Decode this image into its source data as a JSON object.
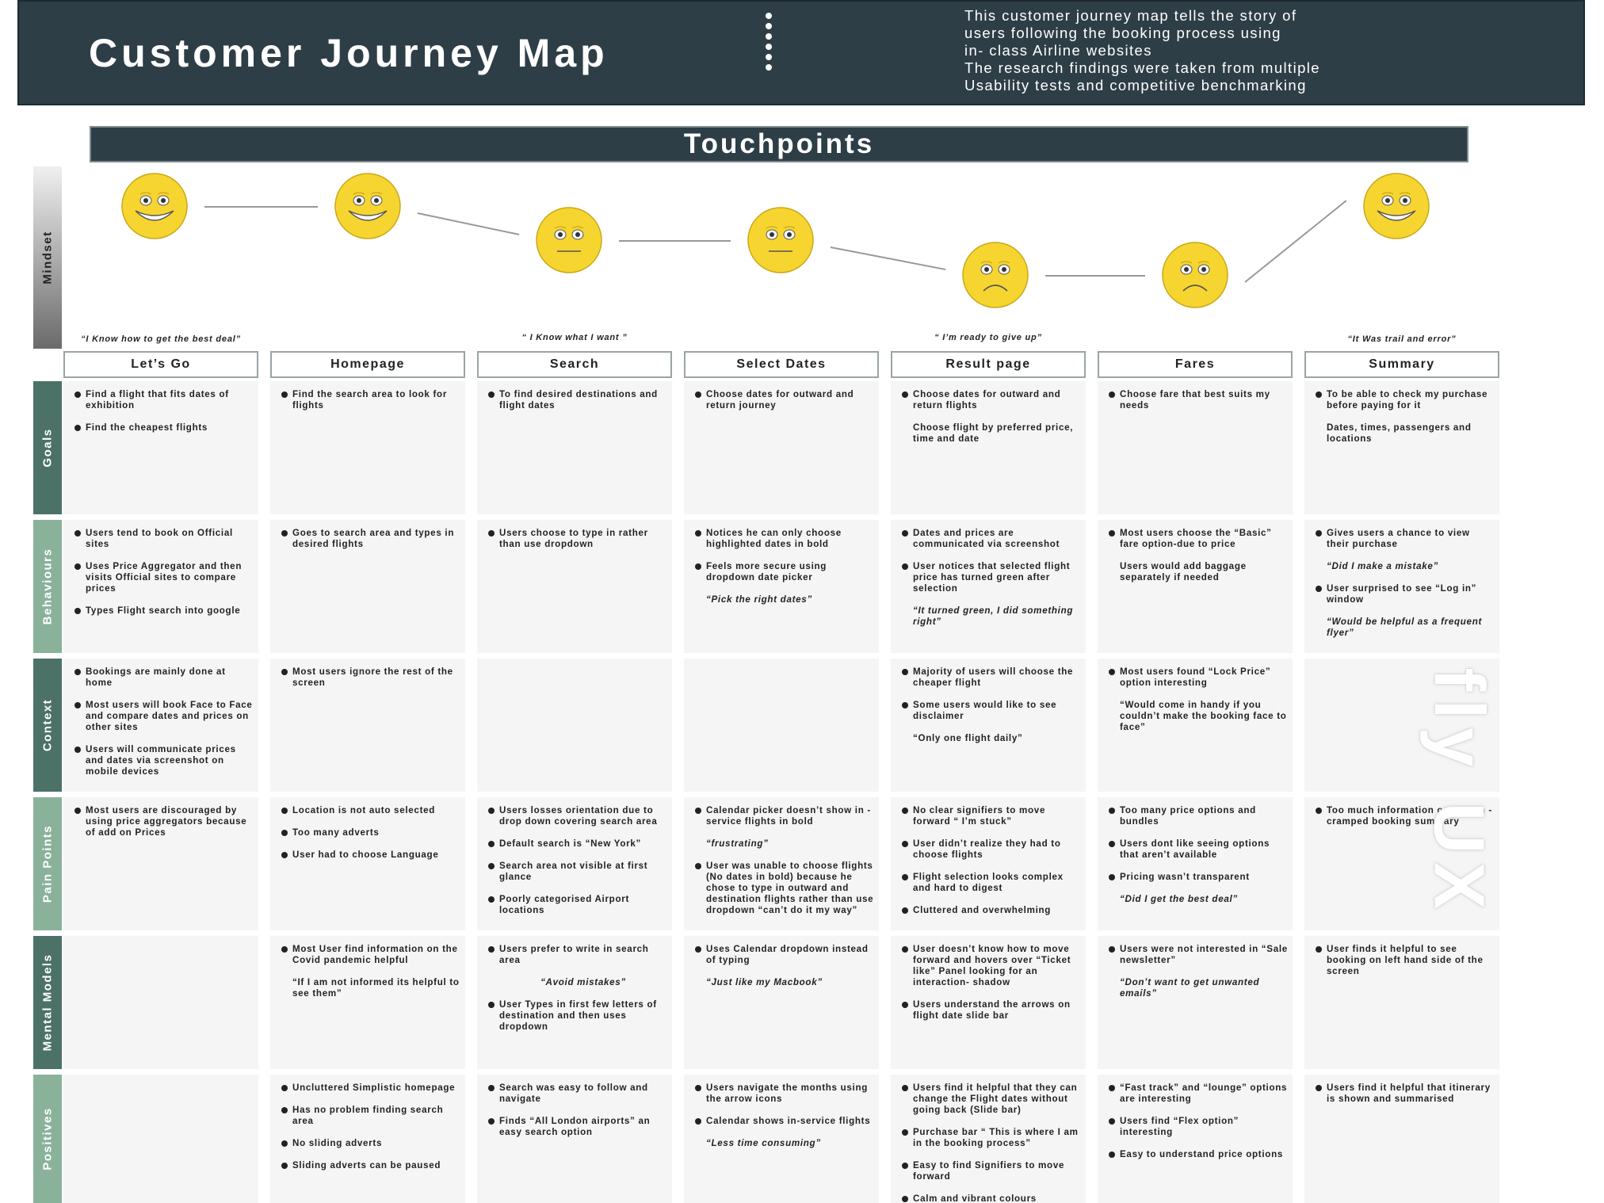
{
  "header": {
    "title": "Customer Journey Map",
    "description": [
      "This customer journey map tells the story of",
      "users following the booking process using",
      "in- class Airline websites",
      "The research findings were taken from multiple",
      "Usability tests and competitive benchmarking"
    ]
  },
  "touchpoints_title": "Touchpoints",
  "row_labels": {
    "mindset": "Mindset",
    "goals": "Goals",
    "behaviours": "Behaviours",
    "context": "Context",
    "pain_points": "Pain Points",
    "mental_models": "Mental Models",
    "positives": "Positives"
  },
  "row_colors": {
    "goals": "#4c7268",
    "behaviours": "#8ab29a",
    "context": "#4c7268",
    "pain_points": "#8ab29a",
    "mental_models": "#4c7268",
    "positives": "#8ab29a"
  },
  "mindset": {
    "faces": [
      "happy",
      "happy",
      "neutral",
      "neutral",
      "sad",
      "sad",
      "happy"
    ],
    "quotes": [
      {
        "stage": 0,
        "text": "“I Know how to get the best deal”"
      },
      {
        "stage": 2,
        "text": "“ I Know what I want ”"
      },
      {
        "stage": 4,
        "text": "“ I’m ready to give up”"
      },
      {
        "stage": 6,
        "text": "“It Was trail and error”"
      }
    ]
  },
  "stages": [
    "Let’s Go",
    "Homepage",
    "Search",
    "Select Dates",
    "Result page",
    "Fares",
    "Summary"
  ],
  "grid": {
    "goals": [
      [
        {
          "t": "b",
          "x": "Find a flight that fits dates of exhibition"
        },
        {
          "t": "b",
          "x": "Find the cheapest flights"
        }
      ],
      [
        {
          "t": "b",
          "x": "Find the search area to look for flights"
        }
      ],
      [
        {
          "t": "b",
          "x": "To find desired destinations and flight dates"
        }
      ],
      [
        {
          "t": "b",
          "x": "Choose dates for outward and return journey"
        }
      ],
      [
        {
          "t": "b",
          "x": "Choose dates for outward and return flights"
        },
        {
          "t": "p",
          "x": "Choose flight by preferred price, time and date"
        }
      ],
      [
        {
          "t": "b",
          "x": "Choose fare that best suits my needs"
        }
      ],
      [
        {
          "t": "b",
          "x": "To be able to check my purchase before paying for it"
        },
        {
          "t": "p",
          "x": "Dates, times, passengers and locations"
        }
      ]
    ],
    "behaviours": [
      [
        {
          "t": "b",
          "x": "Users tend to book on Official sites"
        },
        {
          "t": "b",
          "x": "Uses Price Aggregator and then visits Official sites to compare prices"
        },
        {
          "t": "b",
          "x": "Types Flight search into google"
        }
      ],
      [
        {
          "t": "b",
          "x": "Goes to search area and types in desired flights"
        }
      ],
      [
        {
          "t": "b",
          "x": "Users choose to type in rather than use dropdown"
        }
      ],
      [
        {
          "t": "b",
          "x": "Notices he can only choose highlighted dates in bold"
        },
        {
          "t": "b",
          "x": "Feels more secure using dropdown date picker"
        },
        {
          "t": "q",
          "x": "“Pick the right dates”"
        }
      ],
      [
        {
          "t": "b",
          "x": "Dates and prices are communicated via screenshot"
        },
        {
          "t": "b",
          "x": "User notices that selected flight price has turned green after selection"
        },
        {
          "t": "q",
          "x": "“It turned green, I did something right”"
        }
      ],
      [
        {
          "t": "b",
          "x": "Most users choose the “Basic” fare option-due to price"
        },
        {
          "t": "p",
          "x": "Users would add baggage separately if needed"
        }
      ],
      [
        {
          "t": "b",
          "x": "Gives users a chance to view their purchase"
        },
        {
          "t": "q",
          "x": "“Did I make a mistake”"
        },
        {
          "t": "b",
          "x": "User surprised to see “Log in” window"
        },
        {
          "t": "q",
          "x": "“Would be helpful as a frequent flyer”"
        }
      ]
    ],
    "context": [
      [
        {
          "t": "b",
          "x": "Bookings are mainly done at home"
        },
        {
          "t": "b",
          "x": "Most users will book Face to Face and compare dates and prices on other sites"
        },
        {
          "t": "b",
          "x": "Users will communicate prices and dates via screenshot on mobile devices"
        }
      ],
      [
        {
          "t": "b",
          "x": "Most users ignore the rest of the screen"
        }
      ],
      [],
      [],
      [
        {
          "t": "b",
          "x": "Majority of users will choose the cheaper flight"
        },
        {
          "t": "b",
          "x": "Some users would like to see disclaimer"
        },
        {
          "t": "p",
          "x": "“Only one flight daily”"
        }
      ],
      [
        {
          "t": "b",
          "x": "Most users found “Lock Price” option interesting"
        },
        {
          "t": "p",
          "x": "“Would come in handy if you couldn’t make the booking face to face”"
        }
      ],
      []
    ],
    "pain_points": [
      [
        {
          "t": "b",
          "x": "Most users are discouraged by using price aggregators because of add on Prices"
        }
      ],
      [
        {
          "t": "b",
          "x": "Location is not auto selected"
        },
        {
          "t": "b",
          "x": "Too many adverts"
        },
        {
          "t": "b",
          "x": "User had to choose Language"
        }
      ],
      [
        {
          "t": "b",
          "x": "Users losses orientation due to drop down covering search area"
        },
        {
          "t": "b",
          "x": "Default search is “New York”"
        },
        {
          "t": "b",
          "x": "Search area not visible at first glance"
        },
        {
          "t": "b",
          "x": "Poorly categorised Airport locations"
        }
      ],
      [
        {
          "t": "b",
          "x": "Calendar picker doesn’t show in -service flights in bold"
        },
        {
          "t": "q",
          "x": "“frustrating”"
        },
        {
          "t": "b",
          "x": "User was unable to choose flights (No dates in bold) because he chose to type in outward and destination flights rather than use dropdown “can’t do it my way”"
        }
      ],
      [
        {
          "t": "b",
          "x": "No clear signifiers to move forward “ I’m stuck”"
        },
        {
          "t": "b",
          "x": "User didn’t realize they had to choose flights"
        },
        {
          "t": "b",
          "x": "Flight selection looks complex and hard to digest"
        },
        {
          "t": "b",
          "x": "Cluttered and overwhelming"
        }
      ],
      [
        {
          "t": "b",
          "x": "Too many price options and bundles"
        },
        {
          "t": "b",
          "x": "Users dont like seeing options that aren’t available"
        },
        {
          "t": "b",
          "x": "Pricing wasn’t transparent"
        },
        {
          "t": "q",
          "x": "“Did I get the best deal”"
        }
      ],
      [
        {
          "t": "b",
          "x": "Too much information on screen - cramped booking summary"
        }
      ]
    ],
    "mental_models": [
      [],
      [
        {
          "t": "b",
          "x": "Most User find information on the Covid pandemic helpful"
        },
        {
          "t": "p",
          "x": "“If I am not informed its helpful to see them”"
        }
      ],
      [
        {
          "t": "b",
          "x": "Users prefer to write in search area"
        },
        {
          "t": "c",
          "x": "“Avoid mistakes”"
        },
        {
          "t": "b",
          "x": "User Types in first few letters of destination and then uses dropdown"
        }
      ],
      [
        {
          "t": "b",
          "x": "Uses Calendar dropdown instead of typing"
        },
        {
          "t": "q",
          "x": "“Just like my Macbook”"
        }
      ],
      [
        {
          "t": "b",
          "x": "User doesn’t know how to move forward and hovers over “Ticket like” Panel looking for an interaction- shadow"
        },
        {
          "t": "b",
          "x": "Users understand the arrows on flight date slide bar"
        }
      ],
      [
        {
          "t": "b",
          "x": "Users were not interested in “Sale newsletter”"
        },
        {
          "t": "q",
          "x": "“Don’t want to get unwanted emails”"
        }
      ],
      [
        {
          "t": "b",
          "x": "User finds it helpful to see booking on left hand side of the screen"
        }
      ]
    ],
    "positives": [
      [],
      [
        {
          "t": "b",
          "x": "Uncluttered Simplistic homepage"
        },
        {
          "t": "b",
          "x": "Has no problem finding search area"
        },
        {
          "t": "b",
          "x": "No sliding adverts"
        },
        {
          "t": "b",
          "x": "Sliding adverts can be paused"
        }
      ],
      [
        {
          "t": "b",
          "x": "Search was easy to follow and navigate"
        },
        {
          "t": "b",
          "x": "Finds “All London airports” an easy search option"
        }
      ],
      [
        {
          "t": "b",
          "x": "Users navigate the months using the arrow icons"
        },
        {
          "t": "b",
          "x": "Calendar shows in-service flights"
        },
        {
          "t": "q",
          "x": "“Less time consuming”"
        }
      ],
      [
        {
          "t": "b",
          "x": "Users find it helpful that they can change the Flight dates without going back (Slide bar)"
        },
        {
          "t": "b",
          "x": "Purchase bar “ This is where I am in the booking process”"
        },
        {
          "t": "b",
          "x": "Easy to find Signifiers to move forward"
        },
        {
          "t": "b",
          "x": "Calm and vibrant colours"
        }
      ],
      [
        {
          "t": "b",
          "x": "“Fast track” and “lounge” options are interesting"
        },
        {
          "t": "b",
          "x": "Users find “Flex option” interesting"
        },
        {
          "t": "b",
          "x": "Easy to understand price options"
        }
      ],
      [
        {
          "t": "b",
          "x": "Users find it helpful that itinerary is shown and summarised"
        }
      ]
    ]
  },
  "watermark": "fly UX"
}
